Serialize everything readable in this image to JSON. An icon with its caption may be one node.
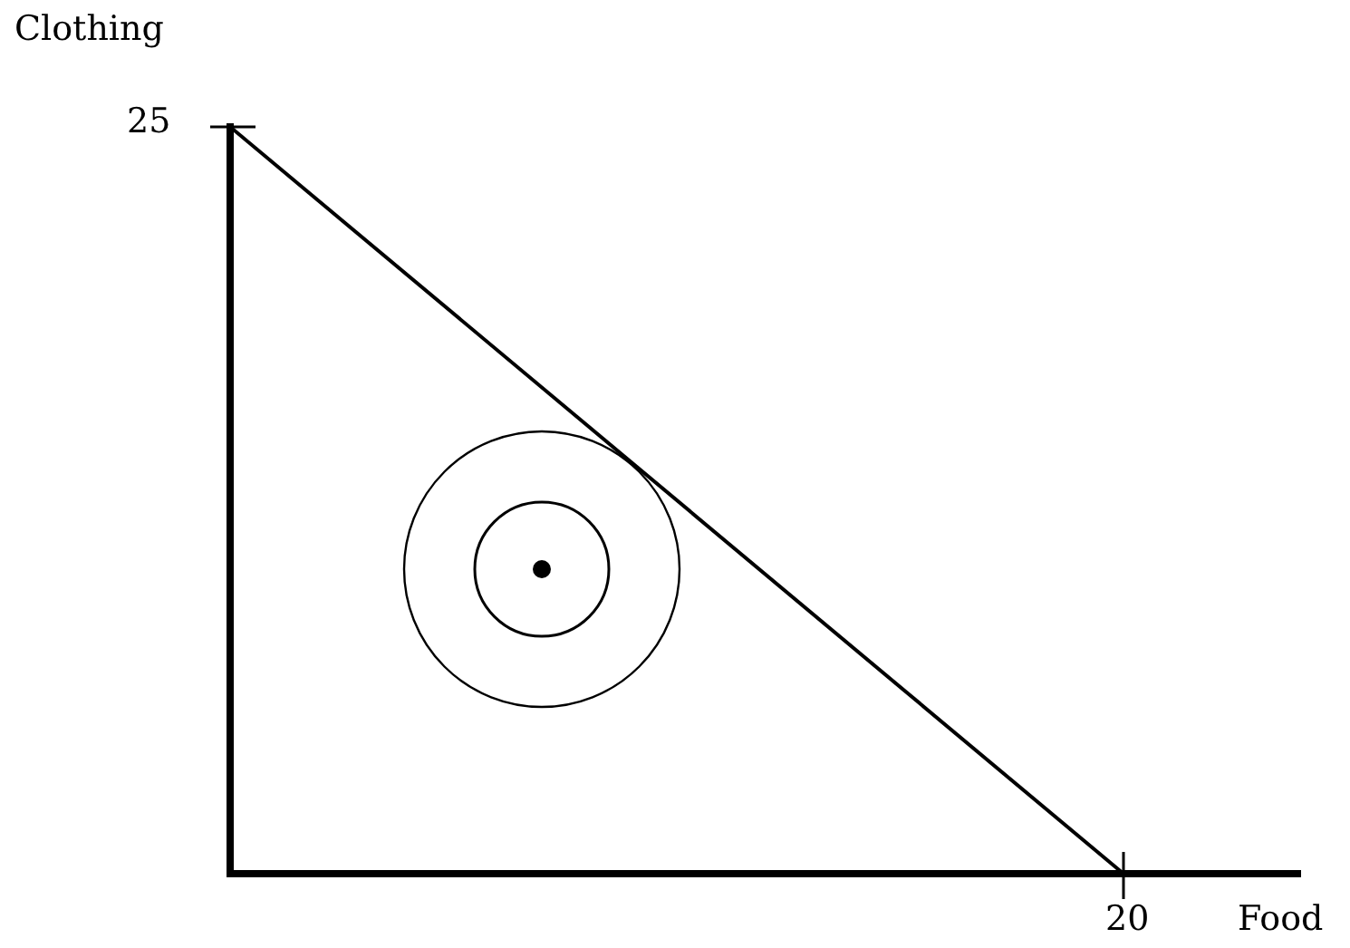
{
  "diagram": {
    "labels": [
      "Clothing",
      "25",
      "20",
      "Food"
    ]
  }
}
